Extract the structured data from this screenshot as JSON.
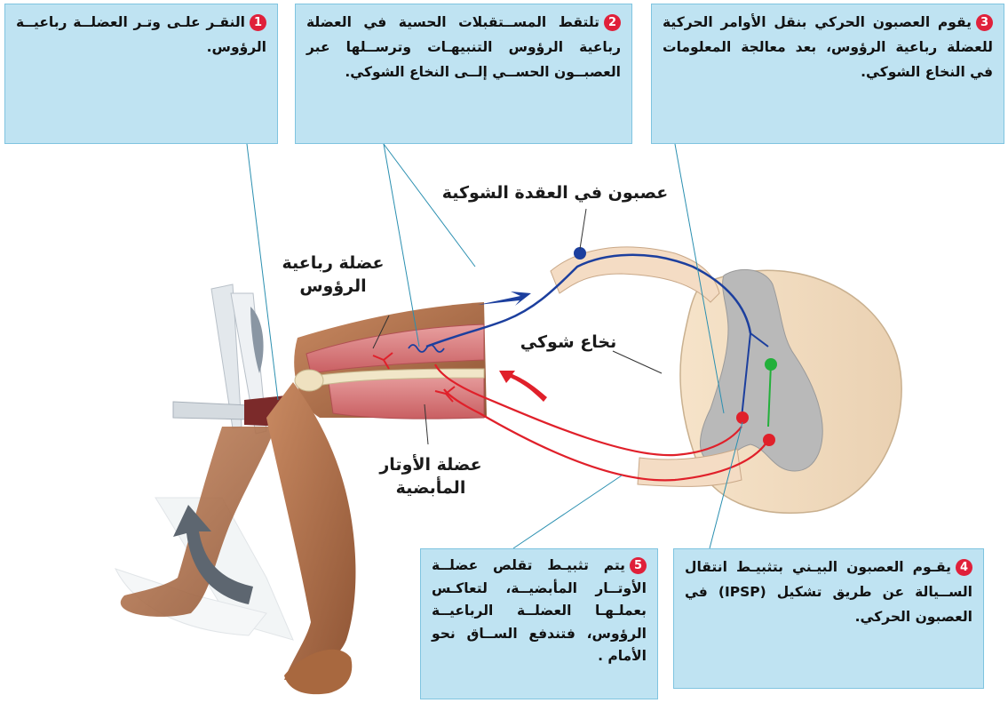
{
  "callouts": [
    {
      "num": "1",
      "text": "النقـر علـى وتـر العضلــة رباعيــة الرؤوس."
    },
    {
      "num": "2",
      "text": "تلتقط المســتقبلات الحسية في العضلة رباعية الرؤوس التنبيهـات وترســلها عبر العصبــون الحســي إلــى النخاع الشوكي."
    },
    {
      "num": "3",
      "text": "يقوم العصبون الحركي بنقل الأوامر الحركية للعضلة رباعية الرؤوس، بعد معالجة المعلومات في النخاع الشوكي."
    },
    {
      "num": "4",
      "text": "يقـوم العصبون البيـني بتثبيـط انتقال الســيالة عن طريق تشكيل (IPSP) في العصبون الحركي."
    },
    {
      "num": "5",
      "text": "يتم تثبيـط تقلص عضلــة الأوتــار المأبضيــة، لتعاكـس بعملـهـا العضلــة الرباعيــة الرؤوس، فتندفع الســاق نحو الأمام ."
    }
  ],
  "labels": {
    "ganglion_neuron": "عصبون في العقدة الشوكية",
    "quadriceps_line1": "عضلة رباعية",
    "quadriceps_line2": "الرؤوس",
    "spinal_cord": "نخاع شوكي",
    "hamstring_line1": "عضلة الأوتار",
    "hamstring_line2": "المأبضية"
  },
  "colors": {
    "callout_fill": "#bfe3f2",
    "number_badge": "#e0203a",
    "sensory_neuron": "#1c3f9e",
    "motor_neuron": "#e0202a",
    "interneuron": "#22b03a",
    "motion_arrow": "#5d6670"
  }
}
